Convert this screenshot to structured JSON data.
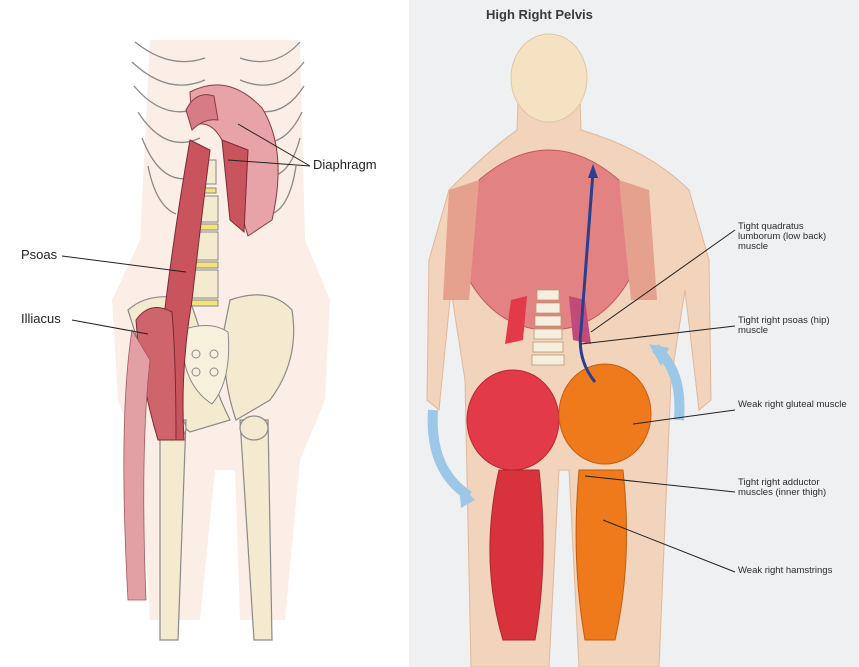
{
  "left_diagram": {
    "labels": {
      "diaphragm": "Diaphragm",
      "psoas": "Psoas",
      "illiacus": "Illiacus"
    }
  },
  "right_diagram": {
    "title": "High Right Pelvis",
    "labels": {
      "quadratus": "Tight quadratus lumborum (low back) muscle",
      "psoas": "Tight right psoas (hip) muscle",
      "gluteal": "Weak right gluteal muscle",
      "adductor": "Tight right adductor muscles (inner thigh)",
      "hamstrings": "Weak right hamstrings"
    }
  },
  "colors": {
    "muscle": "#c9545e",
    "muscle_light": "#e8a3a8",
    "bone": "#f4ead0",
    "skin": "#f2d3bb",
    "weak_muscle": "#ee7a1c",
    "tight_muscle": "#e23a48",
    "arrow_blue": "#2a3f8f",
    "rotation_arrow": "#9cc7e6"
  }
}
